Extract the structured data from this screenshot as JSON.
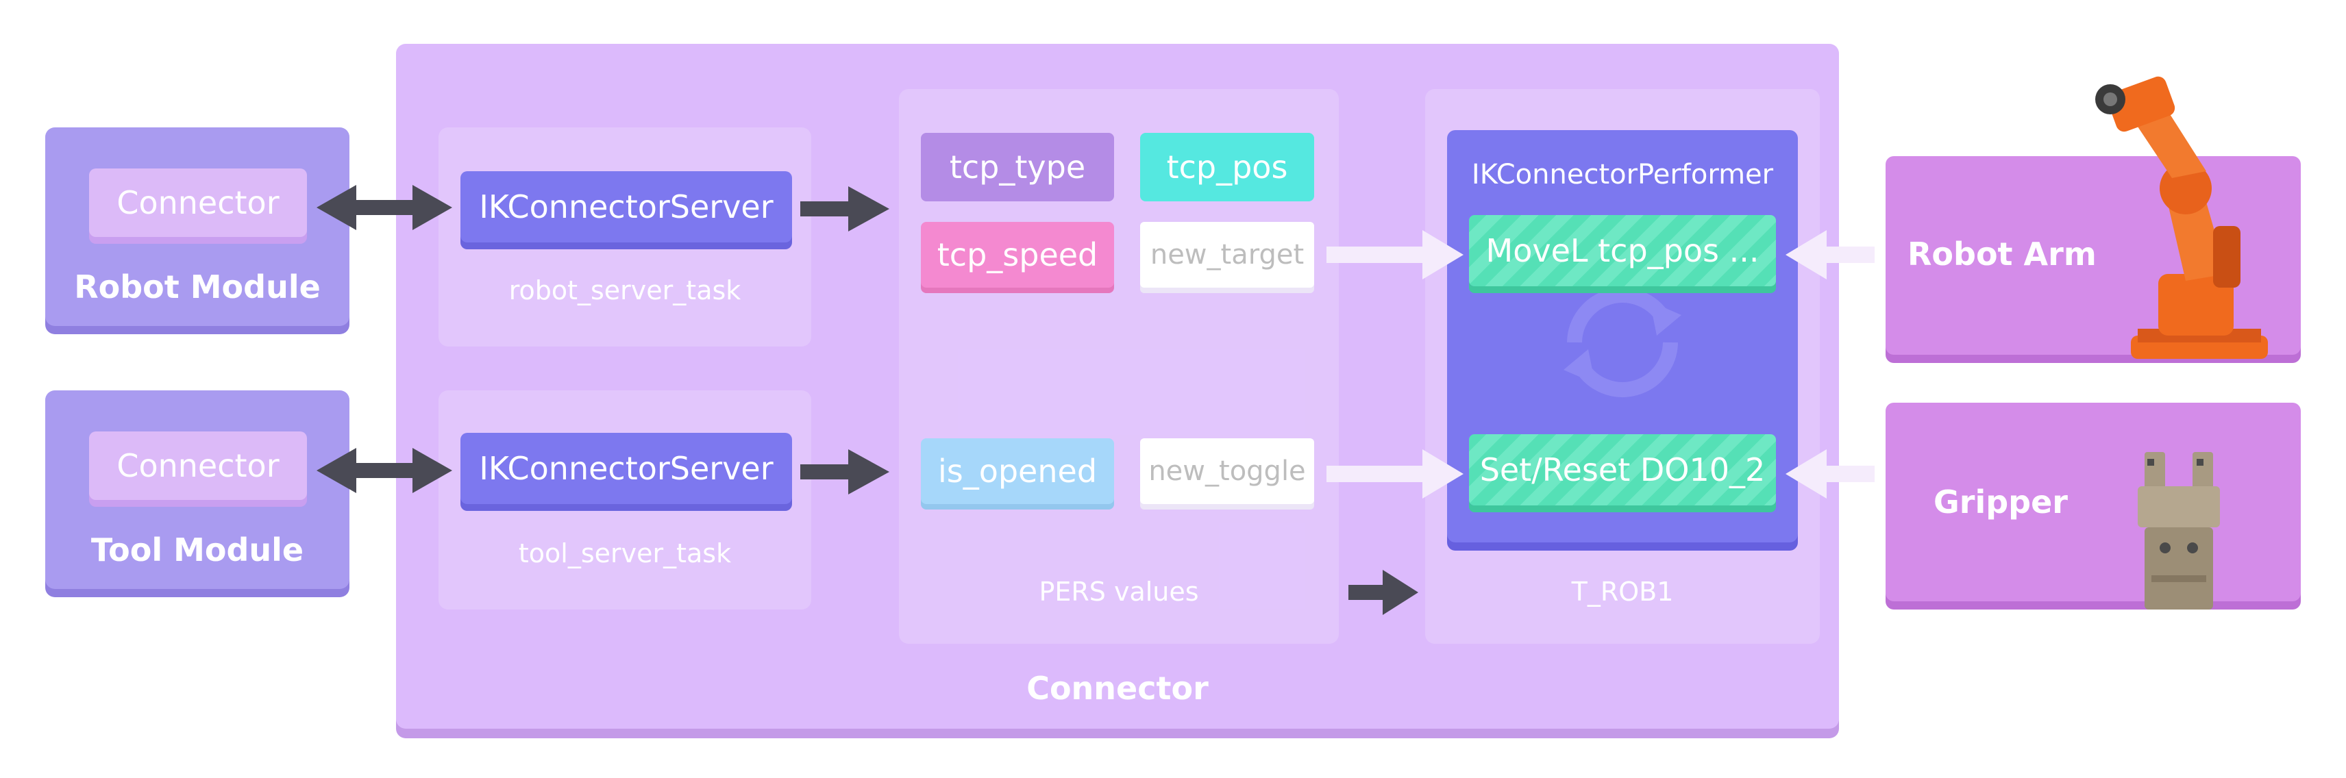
{
  "left_modules": {
    "robot": {
      "chip": "Connector",
      "title": "Robot Module"
    },
    "tool": {
      "chip": "Connector",
      "title": "Tool Module"
    }
  },
  "main": {
    "title": "Connector",
    "robot_server": {
      "label": "IKConnectorServer",
      "caption": "robot_server_task"
    },
    "tool_server": {
      "label": "IKConnectorServer",
      "caption": "tool_server_task"
    },
    "pers": {
      "caption": "PERS values",
      "tcp_type": "tcp_type",
      "tcp_pos": "tcp_pos",
      "tcp_speed": "tcp_speed",
      "new_target": "new_target",
      "is_opened": "is_opened",
      "new_toggle": "new_toggle"
    },
    "trob": {
      "caption": "T_ROB1",
      "performer_title": "IKConnectorPerformer",
      "movel": "MoveL tcp_pos ...",
      "setreset": "Set/Reset DO10_2"
    }
  },
  "devices": {
    "robot_arm": "Robot Arm",
    "gripper": "Gripper"
  },
  "colors": {
    "module": "#a99bf0",
    "main": "#dcbafc",
    "server": "#7d78ef",
    "tcp_type": "#b48ce6",
    "tcp_pos": "#55e8e0",
    "tcp_speed": "#f489d0",
    "is_opened": "#a6d7fa",
    "green": "#55e0b6",
    "device": "#d48ce9",
    "robot_orange": "#f06a1e"
  }
}
